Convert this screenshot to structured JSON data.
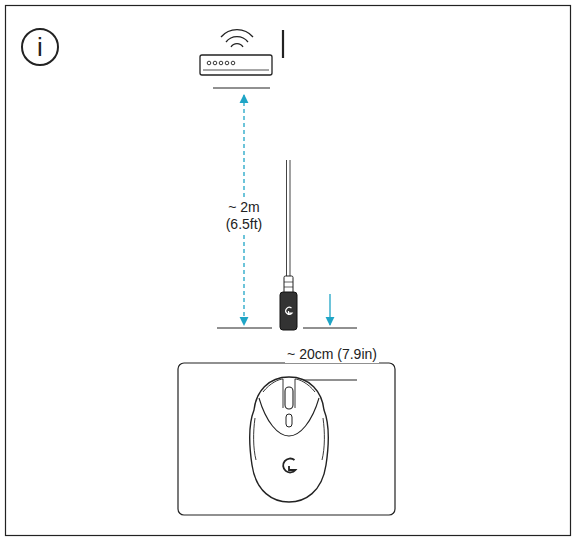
{
  "diagram": {
    "nodes": [
      {
        "text": [
          "i"
        ]
      }
    ],
    "labels": [
      "~ 2m (6.5ft)",
      "~ 20cm (7.9in)"
    ]
  }
}
